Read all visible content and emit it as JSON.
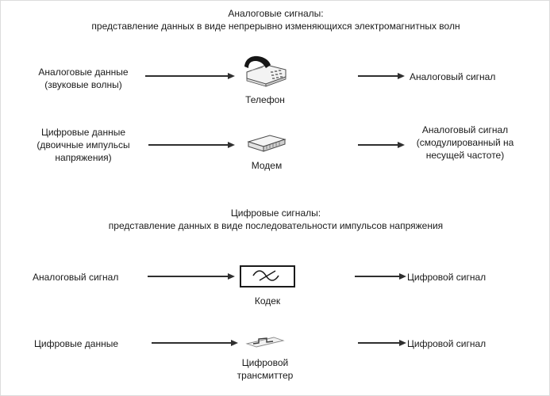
{
  "sections": [
    {
      "title": "Аналоговые сигналы:\nпредставление данных в виде непрерывно изменяющихся электромагнитных волн",
      "rows": [
        {
          "input": "Аналоговые данные\n(звуковые волны)",
          "device": "Телефон",
          "output": "Аналоговый сигнал"
        },
        {
          "input": "Цифровые данные\n(двоичные импульсы\nнапряжения)",
          "device": "Модем",
          "output": "Аналоговый сигнал\n(смодулированный на\nнесущей частоте)"
        }
      ]
    },
    {
      "title": "Цифровые сигналы:\nпредставление данных в виде последовательности импульсов напряжения",
      "rows": [
        {
          "input": "Аналоговый сигнал",
          "device": "Кодек",
          "output": "Цифровой сигнал"
        },
        {
          "input": "Цифровые данные",
          "device": "Цифровой\nтрансмиттер",
          "output": "Цифровой сигнал"
        }
      ]
    }
  ],
  "icons": {
    "row1": "telephone-icon",
    "row2": "modem-icon",
    "row3": "codec-wave-icon",
    "row4": "pulse-transmitter-icon"
  },
  "colors": {
    "background": "#ffffff",
    "text": "#1a1a1a",
    "arrow": "#2f2f2f"
  }
}
